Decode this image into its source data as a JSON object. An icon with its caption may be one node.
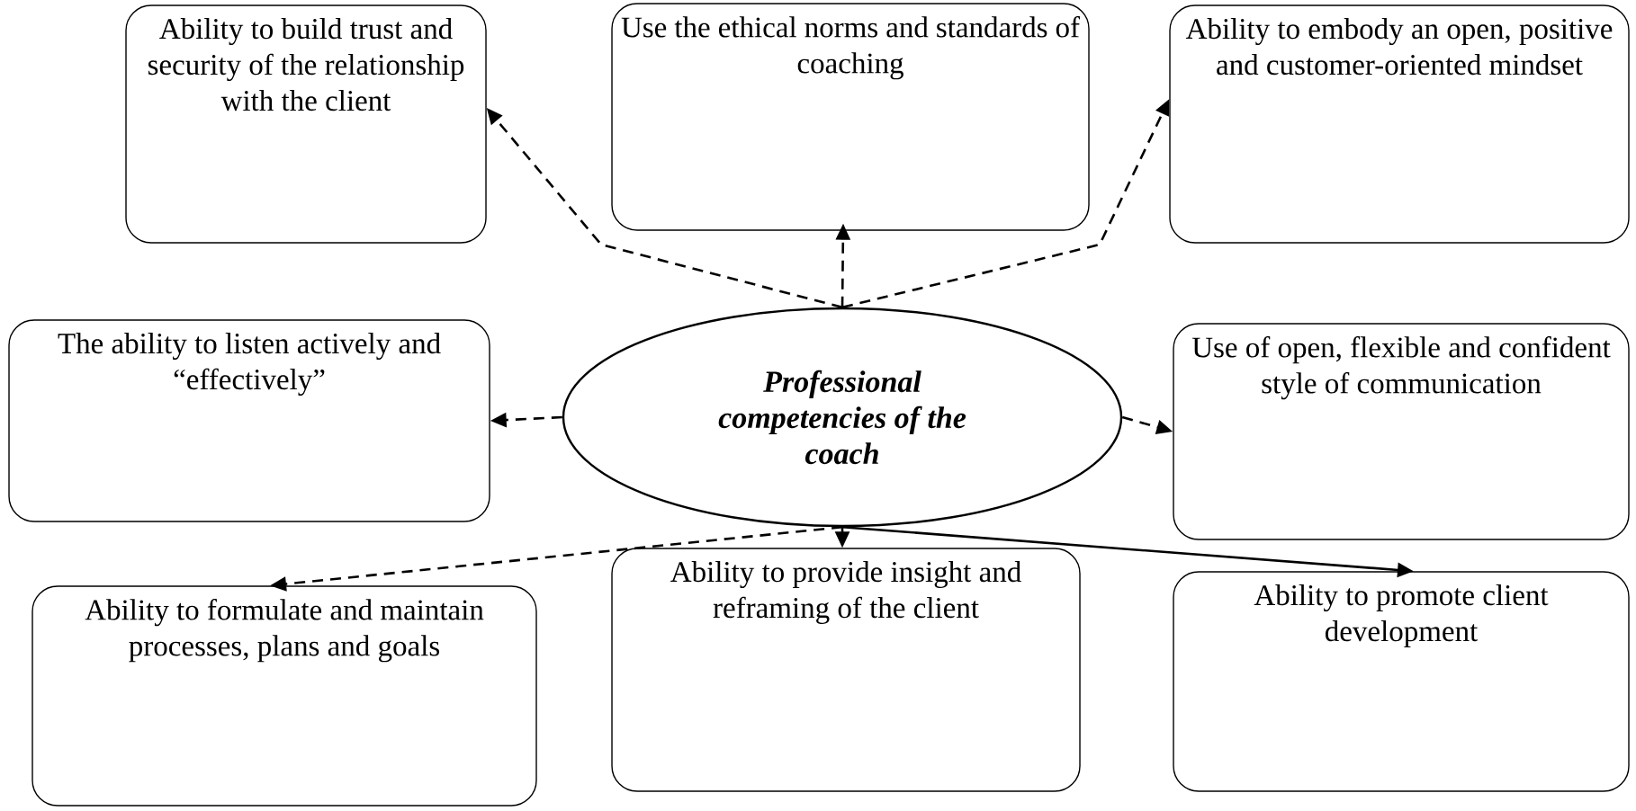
{
  "diagram": {
    "nodes": [
      {
        "text": [
          "Ability to build trust and security of the relationship with the client"
        ]
      },
      {
        "text": [
          "Use the ethical norms and standards of coaching"
        ]
      },
      {
        "text": [
          "Ability to embody an open, positive and customer-oriented mindset"
        ]
      },
      {
        "text": [
          "The ability to listen actively and “effectively”"
        ]
      },
      {
        "text": [
          "Professional competencies of the coach"
        ]
      },
      {
        "text": [
          "Use of open, flexible and confident style of communication"
        ]
      },
      {
        "text": [
          "Ability to formulate and maintain processes, plans and goals"
        ]
      },
      {
        "text": [
          "Ability to provide insight and reframing of the client"
        ]
      },
      {
        "text": [
          "Ability to promote client development"
        ]
      }
    ],
    "edges": [
      {
        "from": 4,
        "to": 0,
        "arrow": "to",
        "style": "dashed"
      },
      {
        "from": 4,
        "to": 1,
        "arrow": "to",
        "style": "dashed"
      },
      {
        "from": 4,
        "to": 2,
        "arrow": "to",
        "style": "dashed"
      },
      {
        "from": 4,
        "to": 3,
        "arrow": "to",
        "style": "dashed"
      },
      {
        "from": 4,
        "to": 5,
        "arrow": "to",
        "style": "dashed"
      },
      {
        "from": 4,
        "to": 6,
        "arrow": "to",
        "style": "dashed"
      },
      {
        "from": 4,
        "to": 7,
        "arrow": "to",
        "style": "dashed"
      },
      {
        "from": 4,
        "to": 8,
        "arrow": "to"
      }
    ]
  }
}
